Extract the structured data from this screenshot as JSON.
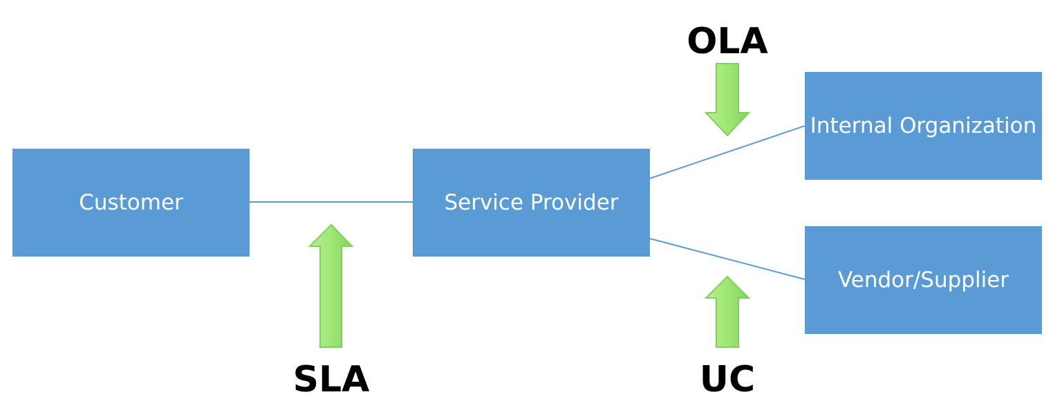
{
  "nodes": {
    "customer": "Customer",
    "service_provider": "Service Provider",
    "internal_organization": "Internal Organization",
    "vendor_supplier": "Vendor/Supplier"
  },
  "labels": {
    "ola": "OLA",
    "sla": "SLA",
    "uc": "UC"
  },
  "colors": {
    "box_fill": "#5b9bd5",
    "box_text": "#ffffff",
    "connector": "#5b9bd5",
    "arrow_fill": "#92e06f",
    "arrow_stroke": "#7fcf5c",
    "label_text": "#000000"
  },
  "icons": {
    "ola_arrow": "arrow-down-icon",
    "sla_arrow": "arrow-up-icon",
    "uc_arrow": "arrow-up-icon"
  }
}
